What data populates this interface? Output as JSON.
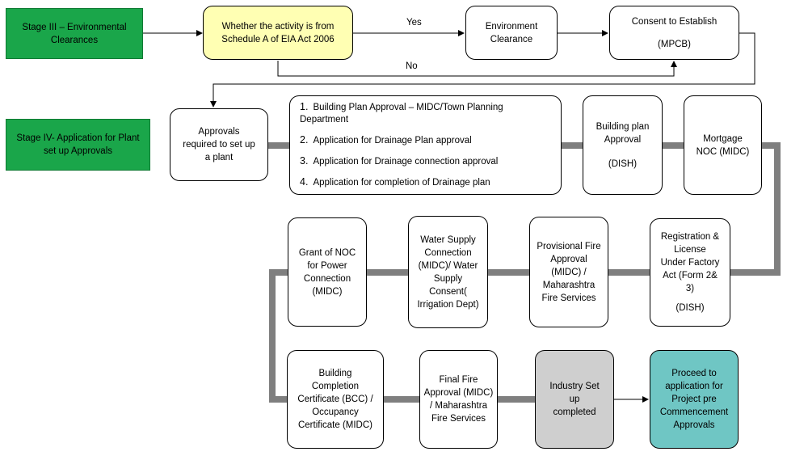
{
  "stages": {
    "stage3": "Stage III – Environmental Clearances",
    "stage4": "Stage IV- Application for Plant set up Approvals"
  },
  "nodes": {
    "schedule_a": "Whether the activity is from Schedule A of EIA  Act 2006",
    "env_clearance": "Environment Clearance",
    "consent": {
      "title": "Consent to Establish",
      "sub": "(MPCB)"
    },
    "approvals_required": "Approvals required to set up a plant",
    "approval_list": [
      {
        "num": "1.",
        "text": "Building Plan Approval – MIDC/Town Planning Department"
      },
      {
        "num": "2.",
        "text": "Application for Drainage Plan approval"
      },
      {
        "num": "3.",
        "text": "Application for Drainage connection approval"
      },
      {
        "num": "4.",
        "text": "Application for completion of Drainage plan"
      }
    ],
    "building_plan": {
      "title": "Building plan Approval",
      "sub": "(DISH)"
    },
    "mortgage_noc": "Mortgage NOC (MIDC)",
    "registration": {
      "title": "Registration & License Under Factory Act (Form 2& 3)",
      "sub": "(DISH)"
    },
    "provisional_fire": "Provisional Fire Approval (MIDC) / Maharashtra Fire Services",
    "water_supply": "Water Supply Connection (MIDC)/ Water Supply Consent( Irrigation Dept)",
    "noc_power": "Grant of NOC for Power Connection (MIDC)",
    "bcc": "Building Completion Certificate (BCC) / Occupancy Certificate (MIDC)",
    "final_fire": "Final Fire Approval (MIDC) / Maharashtra Fire Services",
    "industry_setup": "Industry Set up completed",
    "proceed": "Proceed to application for Project pre Commencement Approvals"
  },
  "edges": {
    "yes": "Yes",
    "no": "No"
  },
  "colors": {
    "stage_green": "#1aa64a",
    "decision_yellow": "#ffffb3",
    "connector_grey": "#7f7f7f",
    "completed_grey": "#cfcfcf",
    "final_teal": "#6fc6c4"
  }
}
